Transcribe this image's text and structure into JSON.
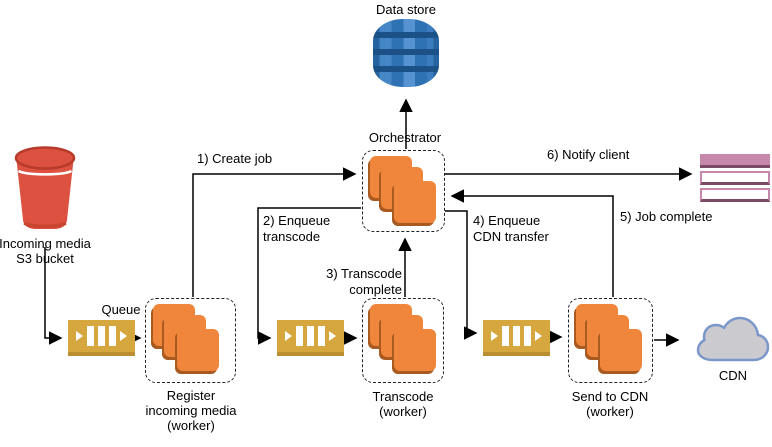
{
  "nodes": {
    "data_store": {
      "label": "Data store"
    },
    "orchestrator": {
      "label": "Orchestrator"
    },
    "incoming_bucket": {
      "line1": "Incoming media",
      "line2": "S3 bucket"
    },
    "queue": {
      "label": "Queue"
    },
    "register_worker": {
      "line1": "Register",
      "line2": "incoming media",
      "line3": "(worker)"
    },
    "transcode_worker": {
      "line1": "Transcode",
      "line2": "(worker)"
    },
    "send_to_cdn_worker": {
      "line1": "Send to CDN",
      "line2": "(worker)"
    },
    "cdn": {
      "label": "CDN"
    }
  },
  "edges": {
    "create_job": {
      "label": "1) Create job"
    },
    "enqueue_transcode": {
      "line1": "2) Enqueue",
      "line2": "transcode"
    },
    "transcode_complete": {
      "line1": "3) Transcode",
      "line2": "complete"
    },
    "enqueue_cdn_transfer": {
      "line1": "4) Enqueue",
      "line2": "CDN transfer"
    },
    "job_complete": {
      "label": "5) Job complete"
    },
    "notify_client": {
      "label": "6) Notify client"
    }
  },
  "colors": {
    "worker_orange": "#F0863C",
    "worker_shadow": "#A85A20",
    "queue_gold": "#D6A63F",
    "bucket_red": "#DD5140",
    "datastore_blue": "#2F72B4",
    "datastore_band": "#1C5187",
    "client_pink": "#C587AA",
    "client_dark": "#7D4A66",
    "cloud_fill": "#CBCBCF",
    "cloud_stroke": "#7B96C9",
    "line_black": "#000000"
  }
}
